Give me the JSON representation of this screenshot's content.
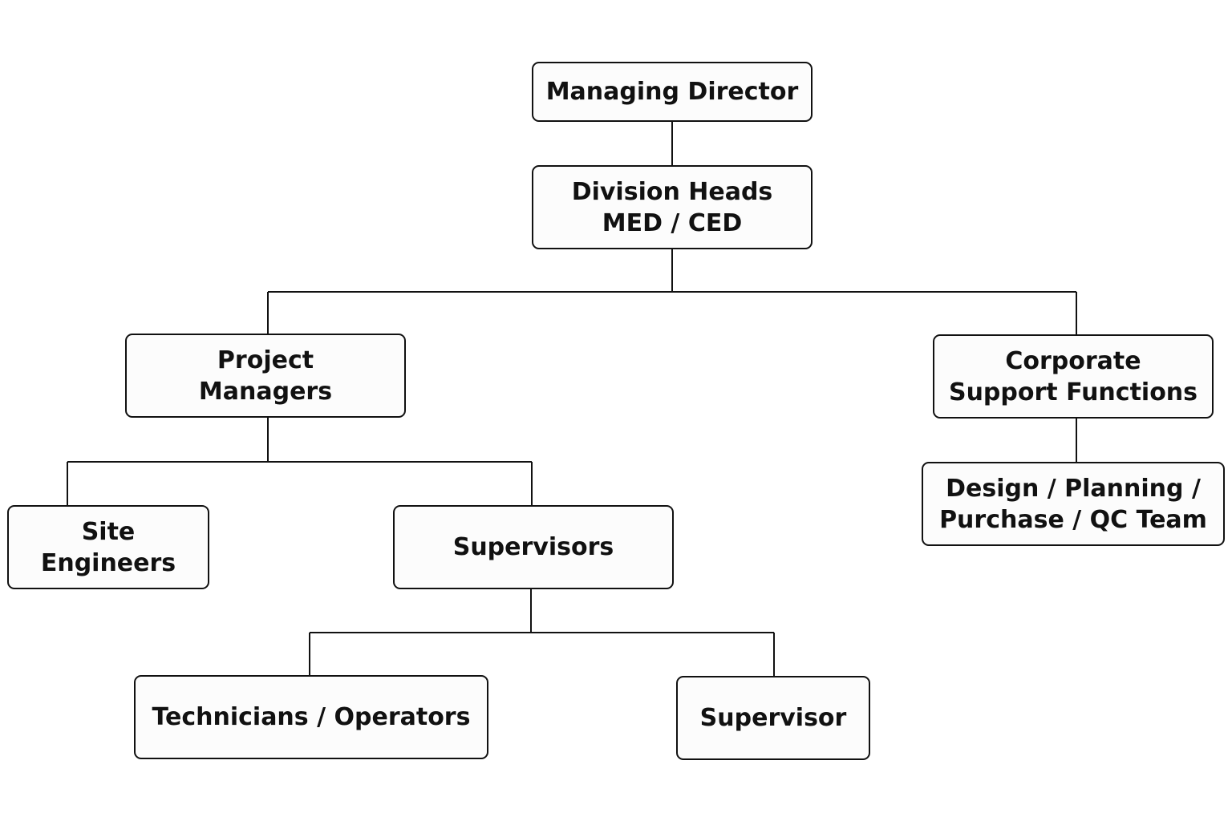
{
  "org_chart": {
    "managing_director": {
      "lines": [
        "Managing Director"
      ]
    },
    "division_heads": {
      "lines": [
        "Division Heads",
        "MED / CED"
      ]
    },
    "project_managers": {
      "lines": [
        "Project",
        "Managers"
      ]
    },
    "corporate_support": {
      "lines": [
        "Corporate",
        "Support Functions"
      ]
    },
    "design_team": {
      "lines": [
        "Design / Planning /",
        "Purchase / QC Team"
      ]
    },
    "site_engineers": {
      "lines": [
        "Site",
        "Engineers"
      ]
    },
    "supervisors": {
      "lines": [
        "Supervisors"
      ]
    },
    "technicians": {
      "lines": [
        "Technicians / Operators"
      ]
    },
    "supervisor": {
      "lines": [
        "Supervisor"
      ]
    }
  },
  "colors": {
    "border": "#111111",
    "text": "#111111",
    "node_fill": "#fcfcfc",
    "connector": "#111111"
  }
}
